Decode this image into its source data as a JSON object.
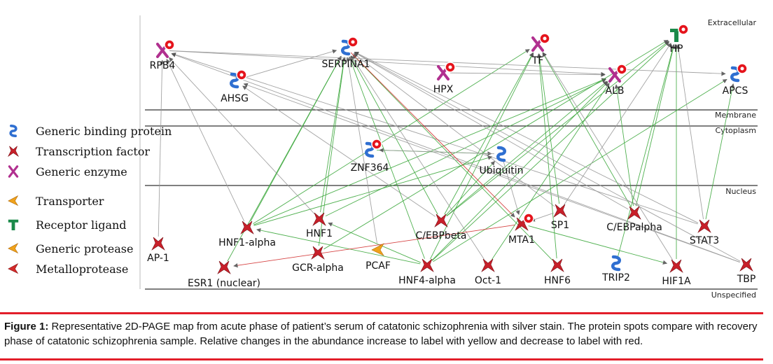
{
  "layers": [
    {
      "key": "extracellular",
      "label": "Extracellular"
    },
    {
      "key": "membrane",
      "label": "Membrane"
    },
    {
      "key": "cytoplasm",
      "label": "Cytoplasm"
    },
    {
      "key": "nucleus",
      "label": "Nucleus"
    },
    {
      "key": "unspecified",
      "label": "Unspecified"
    }
  ],
  "legend": [
    {
      "type": "binding",
      "label": "Generic binding protein"
    },
    {
      "type": "tf",
      "label": "Transcription factor"
    },
    {
      "type": "enzyme",
      "label": "Generic enzyme"
    },
    {
      "type": "transporter",
      "label": "Transporter"
    },
    {
      "type": "ligand",
      "label": "Receptor ligand"
    },
    {
      "type": "protease",
      "label": "Generic protease"
    },
    {
      "type": "metallo",
      "label": "Metalloprotease"
    }
  ],
  "nodes": [
    {
      "id": "RPB4",
      "label": "RPB4",
      "type": "enzyme",
      "marked": true
    },
    {
      "id": "AHSG",
      "label": "AHSG",
      "type": "binding",
      "marked": true
    },
    {
      "id": "SERPINA1",
      "label": "SERPINA1",
      "type": "binding",
      "marked": true
    },
    {
      "id": "HPX",
      "label": "HPX",
      "type": "enzyme",
      "marked": true
    },
    {
      "id": "TF",
      "label": "TF",
      "type": "enzyme",
      "marked": true
    },
    {
      "id": "HP",
      "label": "HP",
      "type": "ligand",
      "marked": true
    },
    {
      "id": "ALB",
      "label": "ALB",
      "type": "enzyme",
      "marked": true
    },
    {
      "id": "APCS",
      "label": "APCS",
      "type": "binding",
      "marked": true
    },
    {
      "id": "ZNF364",
      "label": "ZNF364",
      "type": "binding",
      "marked": true
    },
    {
      "id": "Ubiquitin",
      "label": "Ubiquitin",
      "type": "binding",
      "marked": false
    },
    {
      "id": "AP1",
      "label": "AP-1",
      "type": "tf",
      "marked": false
    },
    {
      "id": "HNF1alpha",
      "label": "HNF1-alpha",
      "type": "tf",
      "marked": false
    },
    {
      "id": "HNF1",
      "label": "HNF1",
      "type": "tf",
      "marked": false
    },
    {
      "id": "CEBPbeta",
      "label": "C/EBPbeta",
      "type": "tf",
      "marked": false
    },
    {
      "id": "MTA1",
      "label": "MTA1",
      "type": "tf",
      "marked": true
    },
    {
      "id": "SP1",
      "label": "SP1",
      "type": "tf",
      "marked": false
    },
    {
      "id": "CEBPalpha",
      "label": "C/EBPalpha",
      "type": "tf",
      "marked": false
    },
    {
      "id": "STAT3",
      "label": "STAT3",
      "type": "tf",
      "marked": false
    },
    {
      "id": "ESR1",
      "label": "ESR1 (nuclear)",
      "type": "tf",
      "marked": false
    },
    {
      "id": "GCRalpha",
      "label": "GCR-alpha",
      "type": "tf",
      "marked": false
    },
    {
      "id": "PCAF",
      "label": "PCAF",
      "type": "protease",
      "marked": false
    },
    {
      "id": "HNF4alpha",
      "label": "HNF4-alpha",
      "type": "tf",
      "marked": false
    },
    {
      "id": "Oct1",
      "label": "Oct-1",
      "type": "tf",
      "marked": false
    },
    {
      "id": "HNF6",
      "label": "HNF6",
      "type": "tf",
      "marked": false
    },
    {
      "id": "TRIP2",
      "label": "TRIP2",
      "type": "binding",
      "marked": false
    },
    {
      "id": "HIF1A",
      "label": "HIF1A",
      "type": "tf",
      "marked": false
    },
    {
      "id": "TBP",
      "label": "TBP",
      "type": "tf",
      "marked": false
    }
  ],
  "edges": [
    [
      "HNF1alpha",
      "RPB4",
      "gray"
    ],
    [
      "HNF1alpha",
      "SERPINA1",
      "green"
    ],
    [
      "HNF1alpha",
      "TF",
      "green"
    ],
    [
      "HNF1alpha",
      "ALB",
      "green"
    ],
    [
      "HNF1",
      "SERPINA1",
      "green"
    ],
    [
      "HNF1",
      "RPB4",
      "gray"
    ],
    [
      "HNF1",
      "ALB",
      "green"
    ],
    [
      "CEBPbeta",
      "SERPINA1",
      "green"
    ],
    [
      "CEBPbeta",
      "AHSG",
      "gray"
    ],
    [
      "CEBPbeta",
      "HP",
      "green"
    ],
    [
      "CEBPbeta",
      "TF",
      "green"
    ],
    [
      "CEBPbeta",
      "ALB",
      "green"
    ],
    [
      "HNF4alpha",
      "SERPINA1",
      "green"
    ],
    [
      "HNF4alpha",
      "TF",
      "green"
    ],
    [
      "HNF4alpha",
      "ALB",
      "green"
    ],
    [
      "HNF4alpha",
      "APCS",
      "green"
    ],
    [
      "HNF4alpha",
      "HP",
      "green"
    ],
    [
      "SP1",
      "SERPINA1",
      "gray"
    ],
    [
      "SP1",
      "TF",
      "green"
    ],
    [
      "SP1",
      "HP",
      "gray"
    ],
    [
      "CEBPalpha",
      "TF",
      "green"
    ],
    [
      "CEBPalpha",
      "ALB",
      "green"
    ],
    [
      "CEBPalpha",
      "HP",
      "green"
    ],
    [
      "CEBPalpha",
      "SERPINA1",
      "gray"
    ],
    [
      "STAT3",
      "HP",
      "gray"
    ],
    [
      "STAT3",
      "APCS",
      "green"
    ],
    [
      "STAT3",
      "SERPINA1",
      "gray"
    ],
    [
      "STAT3",
      "RPB4",
      "gray"
    ],
    [
      "HNF6",
      "SERPINA1",
      "green"
    ],
    [
      "HNF6",
      "TF",
      "green"
    ],
    [
      "HIF1A",
      "TF",
      "gray"
    ],
    [
      "HIF1A",
      "HP",
      "green"
    ],
    [
      "TBP",
      "AHSG",
      "gray"
    ],
    [
      "TBP",
      "RPB4",
      "gray"
    ],
    [
      "TBP",
      "SERPINA1",
      "gray"
    ],
    [
      "GCRalpha",
      "SERPINA1",
      "green"
    ],
    [
      "GCRalpha",
      "HP",
      "green"
    ],
    [
      "Oct1",
      "SERPINA1",
      "gray"
    ],
    [
      "Oct1",
      "ALB",
      "green"
    ],
    [
      "AP1",
      "RPB4",
      "gray"
    ],
    [
      "ESR1",
      "SERPINA1",
      "green"
    ],
    [
      "PCAF",
      "SERPINA1",
      "gray"
    ],
    [
      "TRIP2",
      "HP",
      "green"
    ],
    [
      "ZNF364",
      "Ubiquitin",
      "green"
    ],
    [
      "Ubiquitin",
      "ZNF364",
      "gray"
    ],
    [
      "HNF1alpha",
      "Ubiquitin",
      "green"
    ],
    [
      "CEBPbeta",
      "Ubiquitin",
      "green"
    ],
    [
      "HNF4alpha",
      "HNF1",
      "green"
    ],
    [
      "HNF4alpha",
      "HNF1alpha",
      "green"
    ],
    [
      "SP1",
      "MTA1",
      "gray"
    ],
    [
      "SERPINA1",
      "MTA1",
      "red"
    ],
    [
      "MTA1",
      "ESR1",
      "red"
    ],
    [
      "MTA1",
      "HIF1A",
      "green"
    ],
    [
      "Ubiquitin",
      "MTA1",
      "gray"
    ],
    [
      "RPB4",
      "ALB",
      "gray"
    ],
    [
      "RPB4",
      "APCS",
      "gray"
    ],
    [
      "AHSG",
      "SERPINA1",
      "gray"
    ],
    [
      "HPX",
      "ALB",
      "gray"
    ]
  ],
  "caption": {
    "label": "Figure 1:",
    "text": " Representative 2D-PAGE map from acute phase of patient’s serum of catatonic schizophrenia with silver stain. The protein spots compare with recovery phase of catatonic schizophrenia sample. Relative changes in the abundance increase to label with yellow and decrease to label with red."
  }
}
